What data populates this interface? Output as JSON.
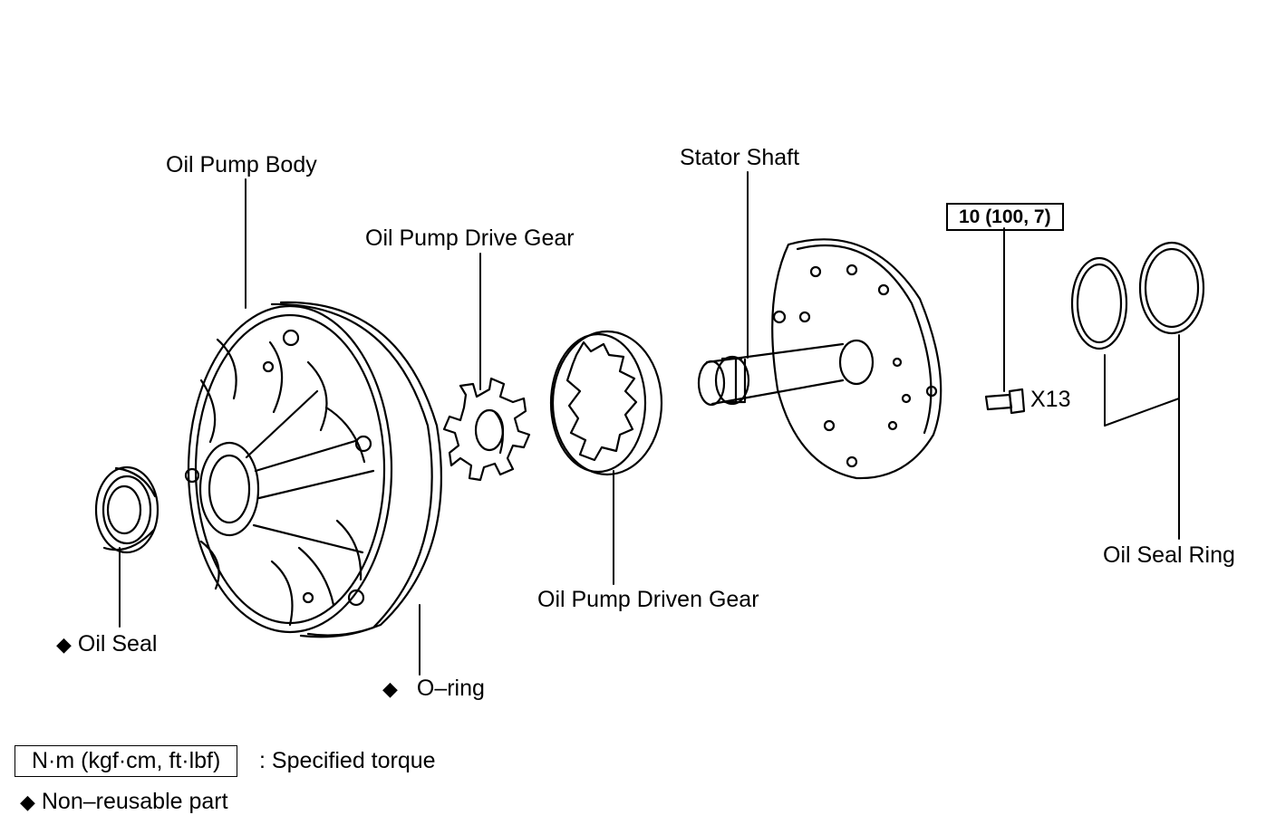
{
  "labels": {
    "oil_pump_body": "Oil Pump Body",
    "oil_pump_drive_gear": "Oil Pump Drive Gear",
    "stator_shaft": "Stator Shaft",
    "torque_value": "10 (100, 7)",
    "bolt_quantity": "X13",
    "oil_seal_ring": "Oil Seal Ring",
    "oil_pump_driven_gear": "Oil Pump Driven Gear",
    "oil_seal": "Oil Seal",
    "o_ring": "O–ring"
  },
  "legend": {
    "torque_unit": "N·m (kgf·cm, ft·lbf)",
    "torque_desc": ": Specified torque",
    "non_reusable": "Non–reusable part",
    "marker_symbol": "◆"
  },
  "icons": {
    "non_reusable_marker": "diamond-icon"
  }
}
